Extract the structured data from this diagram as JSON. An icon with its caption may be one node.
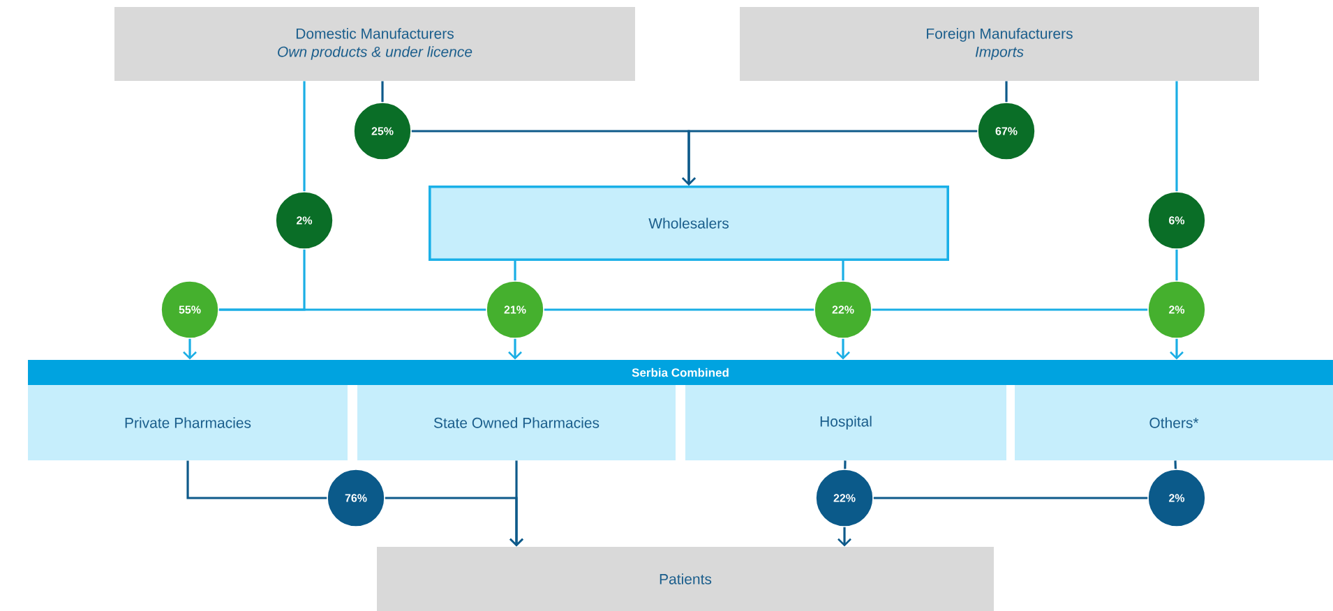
{
  "diagram": {
    "nodes": [
      {
        "text": [
          "Domestic Manufacturers",
          "Own products & under licence"
        ]
      },
      {
        "text": [
          "Foreign Manufacturers",
          "Imports"
        ]
      },
      {
        "text": [
          "25%"
        ]
      },
      {
        "text": [
          "67%"
        ]
      },
      {
        "text": [
          "Wholesalers"
        ]
      },
      {
        "text": [
          "2%"
        ]
      },
      {
        "text": [
          "6%"
        ]
      },
      {
        "text": [
          "55%"
        ]
      },
      {
        "text": [
          "21%"
        ]
      },
      {
        "text": [
          "22%"
        ]
      },
      {
        "text": [
          "2%"
        ]
      },
      {
        "text": [
          "Serbia Combined"
        ]
      },
      {
        "text": [
          "Private Pharmacies"
        ]
      },
      {
        "text": [
          "State Owned Pharmacies"
        ]
      },
      {
        "text": [
          "Hospital"
        ]
      },
      {
        "text": [
          "Others*"
        ]
      },
      {
        "text": [
          "76%"
        ]
      },
      {
        "text": [
          "22%"
        ]
      },
      {
        "text": [
          "2%"
        ]
      },
      {
        "text": [
          "Patients"
        ]
      }
    ],
    "edges": [
      {
        "from": 0,
        "to": 2,
        "arrow": "none",
        "color": "#0e5a8a"
      },
      {
        "from": 1,
        "to": 3,
        "arrow": "none",
        "color": "#0e5a8a"
      },
      {
        "from": 2,
        "to": 4,
        "arrow": "to",
        "color": "#0e5a8a"
      },
      {
        "from": 3,
        "to": 4,
        "arrow": "to",
        "color": "#0e5a8a"
      },
      {
        "from": 0,
        "to": 5,
        "arrow": "none"
      },
      {
        "from": 1,
        "to": 6,
        "arrow": "none"
      },
      {
        "from": 5,
        "to": 7,
        "arrow": "none"
      },
      {
        "from": 7,
        "to": 8,
        "arrow": "none"
      },
      {
        "from": 8,
        "to": 9,
        "arrow": "none"
      },
      {
        "from": 9,
        "to": 10,
        "arrow": "none"
      },
      {
        "from": 4,
        "to": 8,
        "arrow": "none"
      },
      {
        "from": 4,
        "to": 9,
        "arrow": "none"
      },
      {
        "from": 6,
        "to": 10,
        "arrow": "none"
      },
      {
        "from": 7,
        "to": 11,
        "arrow": "to"
      },
      {
        "from": 8,
        "to": 11,
        "arrow": "to"
      },
      {
        "from": 9,
        "to": 11,
        "arrow": "to"
      },
      {
        "from": 10,
        "to": 11,
        "arrow": "to"
      },
      {
        "from": 12,
        "to": 16,
        "arrow": "none",
        "color": "#0e5a8a"
      },
      {
        "from": 16,
        "to": 19,
        "arrow": "to",
        "color": "#0e5a8a"
      },
      {
        "from": 13,
        "to": 19,
        "arrow": "to",
        "color": "#0e5a8a"
      },
      {
        "from": 14,
        "to": 17,
        "arrow": "none",
        "color": "#0e5a8a"
      },
      {
        "from": 17,
        "to": 19,
        "arrow": "to",
        "color": "#0e5a8a"
      },
      {
        "from": 15,
        "to": 18,
        "arrow": "none",
        "color": "#0e5a8a"
      },
      {
        "from": 18,
        "to": 17,
        "arrow": "none",
        "color": "#0e5a8a"
      }
    ]
  }
}
